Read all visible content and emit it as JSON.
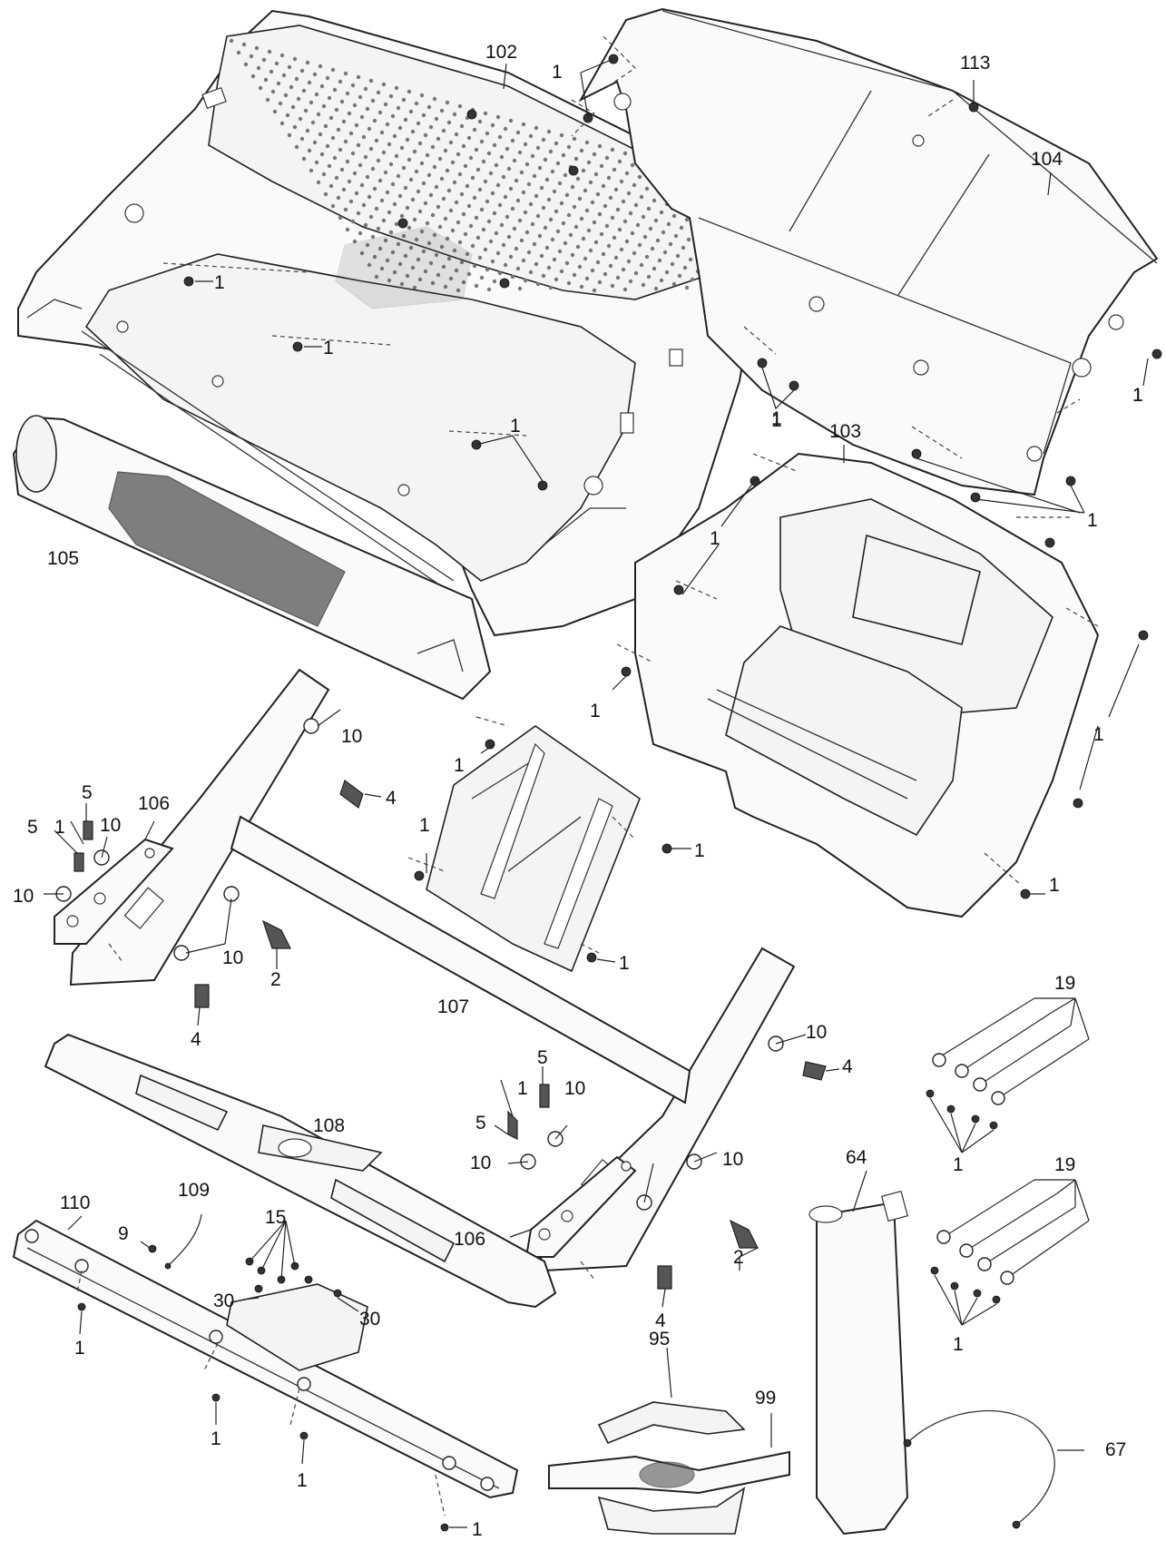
{
  "diagram": {
    "callouts": {
      "c102": "102",
      "c113": "113",
      "c104": "104",
      "c103": "103",
      "c105": "105",
      "c106a": "106",
      "c106b": "106",
      "c107": "107",
      "c108": "108",
      "c109": "109",
      "c110": "110",
      "c19a": "19",
      "c19b": "19",
      "c64": "64",
      "c67": "67",
      "c95": "95",
      "c99": "99",
      "c15": "15",
      "c30a": "30",
      "c30b": "30",
      "c9": "9",
      "c2a": "2",
      "c2b": "2",
      "c4a": "4",
      "c4b": "4",
      "c4c": "4",
      "c4d": "4",
      "c5a": "5",
      "c5b": "5",
      "c5c": "5",
      "c5d": "5",
      "c10a": "10",
      "c10b": "10",
      "c10c": "10",
      "c10d": "10",
      "c10e": "10",
      "c10f": "10",
      "c10g": "10",
      "c10h": "10",
      "c1a": "1",
      "c1b": "1",
      "c1c": "1",
      "c1d": "1",
      "c1e": "1",
      "c1f": "1",
      "c1g": "1",
      "c1h": "1",
      "c1i": "1",
      "c1j": "1",
      "c1k": "1",
      "c1l": "1",
      "c1m": "1",
      "c1n": "1",
      "c1o": "1",
      "c1p": "1",
      "c1q": "1",
      "c1r": "1",
      "c1s": "1",
      "c1t": "1",
      "c1u": "1",
      "c1v": "1",
      "c1w": "1",
      "c1x": "1",
      "c1y": "1"
    }
  }
}
